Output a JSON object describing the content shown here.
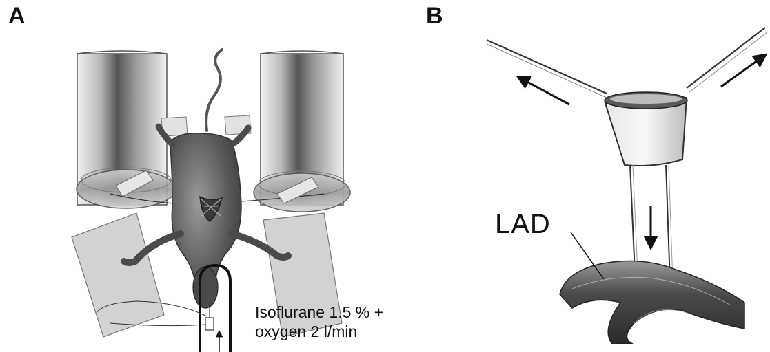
{
  "panels": {
    "a": {
      "label": "A",
      "caption_line1": "Isoflurane 1.5 % +",
      "caption_line2": "oxygen 2 l/min"
    },
    "b": {
      "label": "B",
      "vessel_label": "LAD"
    }
  },
  "colors": {
    "ink": "#111111",
    "shadow": "#8a8a8a",
    "mouse_body": "#5c5c5c",
    "tape": "#d6d6d6",
    "vessel": "#6e6e6e"
  }
}
